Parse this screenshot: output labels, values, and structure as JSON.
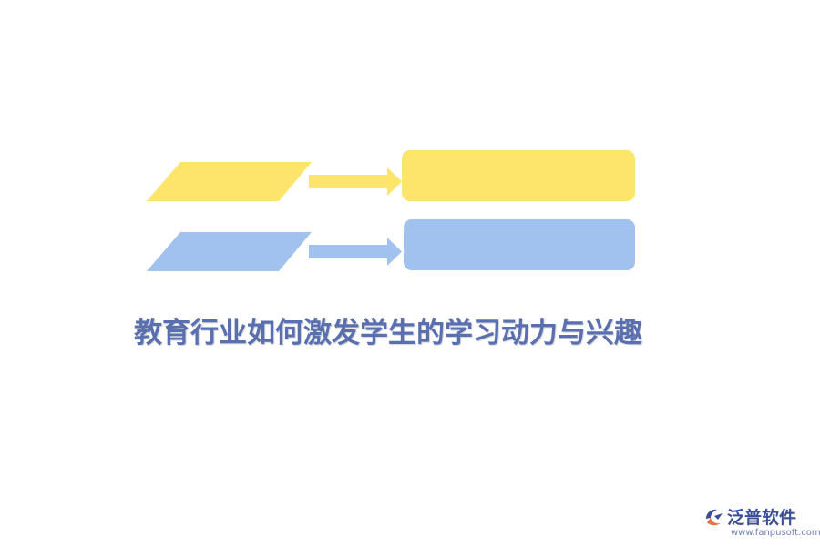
{
  "title": "教育行业如何激发学生的学习动力与兴趣",
  "colors": {
    "yellow": "#fde56b",
    "blue": "#a1c2ee",
    "title": "#5a6fb0",
    "logo": "#3c4f95",
    "logo_accent": "#e8743b"
  },
  "logo": {
    "name": "泛普软件",
    "url": "www.fanpusoft.com"
  }
}
